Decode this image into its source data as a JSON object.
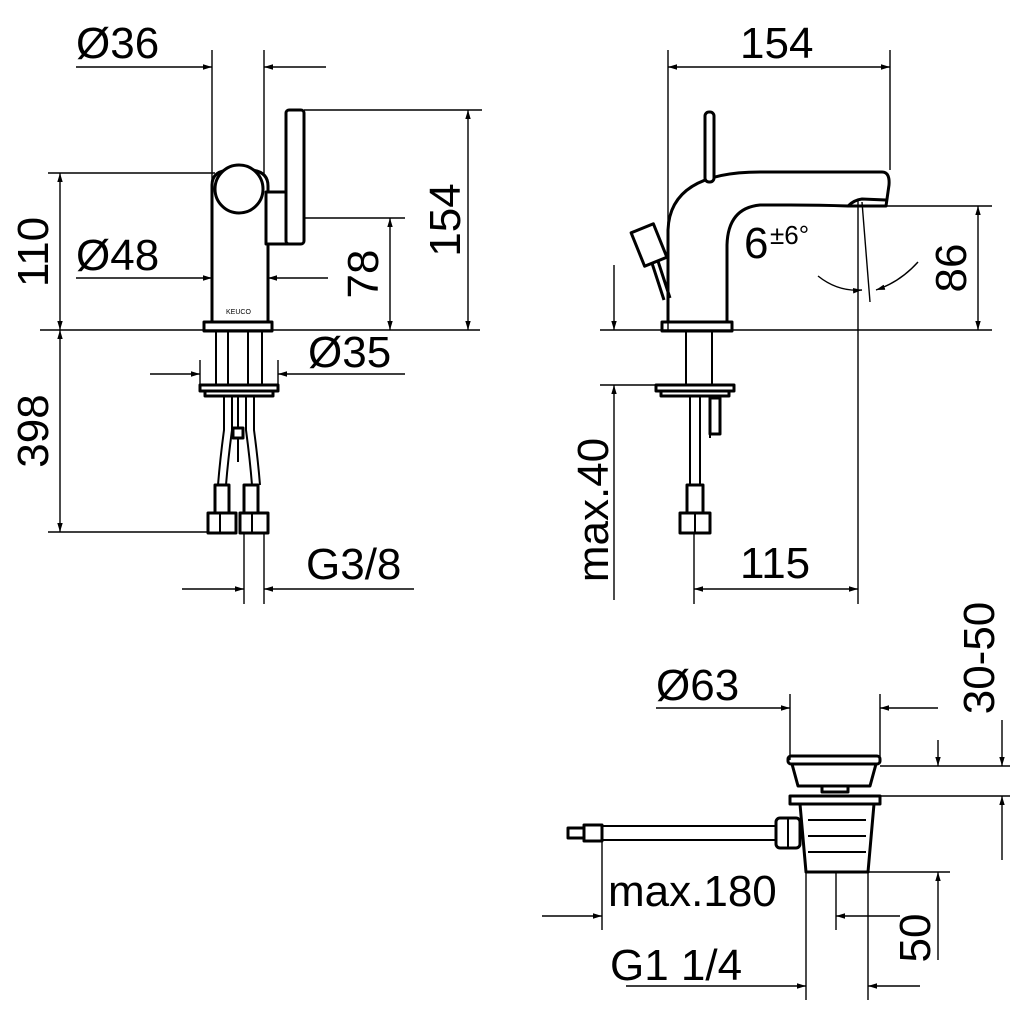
{
  "brand_mark": "KEUCO",
  "front_view": {
    "dia_top": "Ø36",
    "height_body": "110",
    "height_total": "154",
    "dia_body": "Ø48",
    "height_lever": "78",
    "dia_shank": "Ø35",
    "length_hoses": "398",
    "connection": "G3/8"
  },
  "side_view": {
    "projection": "154",
    "spout_height": "86",
    "spout_angle": "6",
    "spout_angle_tol": "±6°",
    "max_thickness": "max.40",
    "reach": "115"
  },
  "waste_view": {
    "dia_plug": "Ø63",
    "stroke_range": "30-50",
    "max_rod": "max.180",
    "depth": "50",
    "thread": "G1 1/4"
  }
}
